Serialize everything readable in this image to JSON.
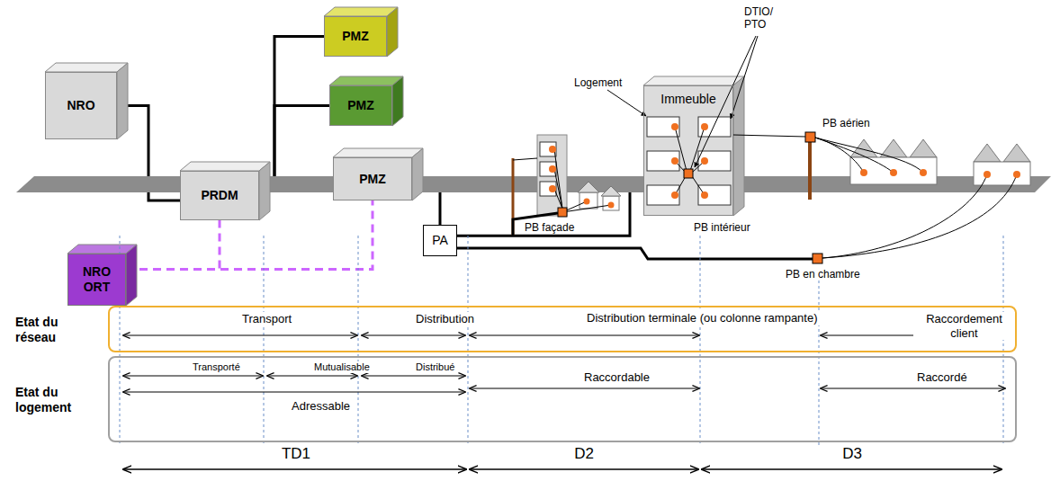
{
  "diagram": {
    "nodes": [
      {
        "text": [
          "NRO"
        ]
      },
      {
        "text": [
          "PMZ"
        ]
      },
      {
        "text": [
          "PMZ"
        ]
      },
      {
        "text": [
          "PRDM"
        ]
      },
      {
        "text": [
          "PMZ"
        ]
      },
      {
        "text": [
          "NRO ORT"
        ]
      },
      {
        "text": [
          "PA"
        ]
      },
      {
        "text": [
          "Immeuble"
        ]
      },
      {
        "text": [
          "Transport",
          "Distribution",
          "Distribution terminale (ou colonne rampante)",
          "Raccordement client"
        ]
      },
      {
        "text": [
          "Transporté",
          "Mutualisable",
          "Distribué",
          "Adressable",
          "Raccordable",
          "Raccordé"
        ]
      }
    ],
    "edges": [
      {
        "from": 0,
        "to": 3,
        "arrow": "none"
      },
      {
        "from": 3,
        "to": 1,
        "arrow": "none"
      },
      {
        "from": 3,
        "to": 2,
        "arrow": "none"
      },
      {
        "from": 3,
        "to": 4,
        "arrow": "none"
      },
      {
        "from": 4,
        "to": 6,
        "arrow": "none"
      },
      {
        "from": 6,
        "to": 7,
        "arrow": "none"
      },
      {
        "from": 5,
        "to": 3,
        "arrow": "none"
      },
      {
        "from": 5,
        "to": 4,
        "arrow": "none"
      }
    ],
    "labels": [
      "Logement",
      "DTIO/ PTO",
      "PB aérien",
      "PB façade",
      "PB intérieur",
      "PB en chambre",
      "Etat du réseau",
      "Etat du logement",
      "TD1",
      "D2",
      "D3"
    ]
  }
}
